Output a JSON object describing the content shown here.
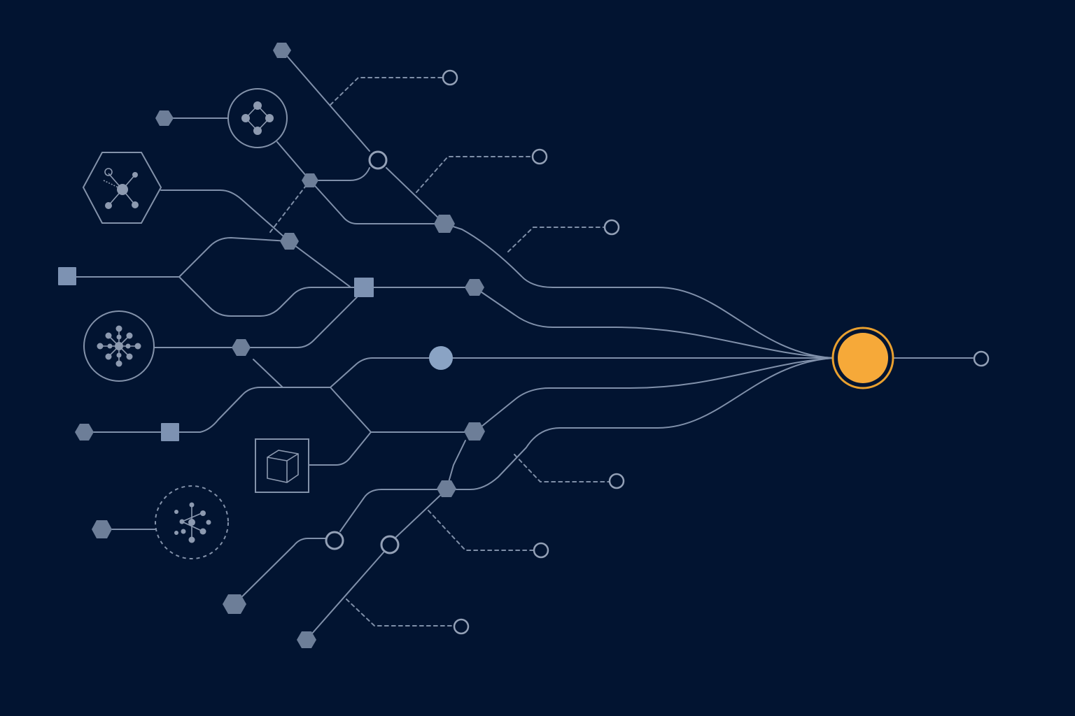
{
  "colors": {
    "background": "#021431",
    "wire": "#8090aa",
    "node": "#6d7e98",
    "target_fill": "#f6a939",
    "target_ring": "#e9a02f"
  },
  "nodes": [
    {
      "id": "input-hexagon-1",
      "shape": "hexagon",
      "icon": "hexagon-node"
    },
    {
      "id": "input-hexagon-2",
      "shape": "hexagon",
      "icon": "hexagon-node"
    },
    {
      "id": "input-square-1",
      "shape": "square",
      "icon": "square-node"
    },
    {
      "id": "input-hexagon-3",
      "shape": "hexagon",
      "icon": "hexagon-node"
    },
    {
      "id": "input-hexagon-4",
      "shape": "hexagon",
      "icon": "hexagon-node"
    },
    {
      "id": "input-hexagon-5",
      "shape": "hexagon",
      "icon": "hexagon-node"
    },
    {
      "id": "input-hexagon-6",
      "shape": "hexagon",
      "icon": "hexagon-node"
    },
    {
      "id": "molecule-badge",
      "shape": "circle",
      "icon": "molecule-icon"
    },
    {
      "id": "network-hexagon-badge",
      "shape": "hexagon",
      "icon": "network-icon"
    },
    {
      "id": "neural-net-badge",
      "shape": "circle",
      "icon": "neural-network-icon"
    },
    {
      "id": "cube-badge",
      "shape": "square",
      "icon": "cube-icon"
    },
    {
      "id": "cluster-dashed-badge",
      "shape": "dashed-circle",
      "icon": "cluster-icon"
    },
    {
      "id": "central-node",
      "shape": "circle",
      "icon": "blue-dot"
    },
    {
      "id": "target-node",
      "shape": "circle",
      "icon": "orange-target"
    }
  ]
}
